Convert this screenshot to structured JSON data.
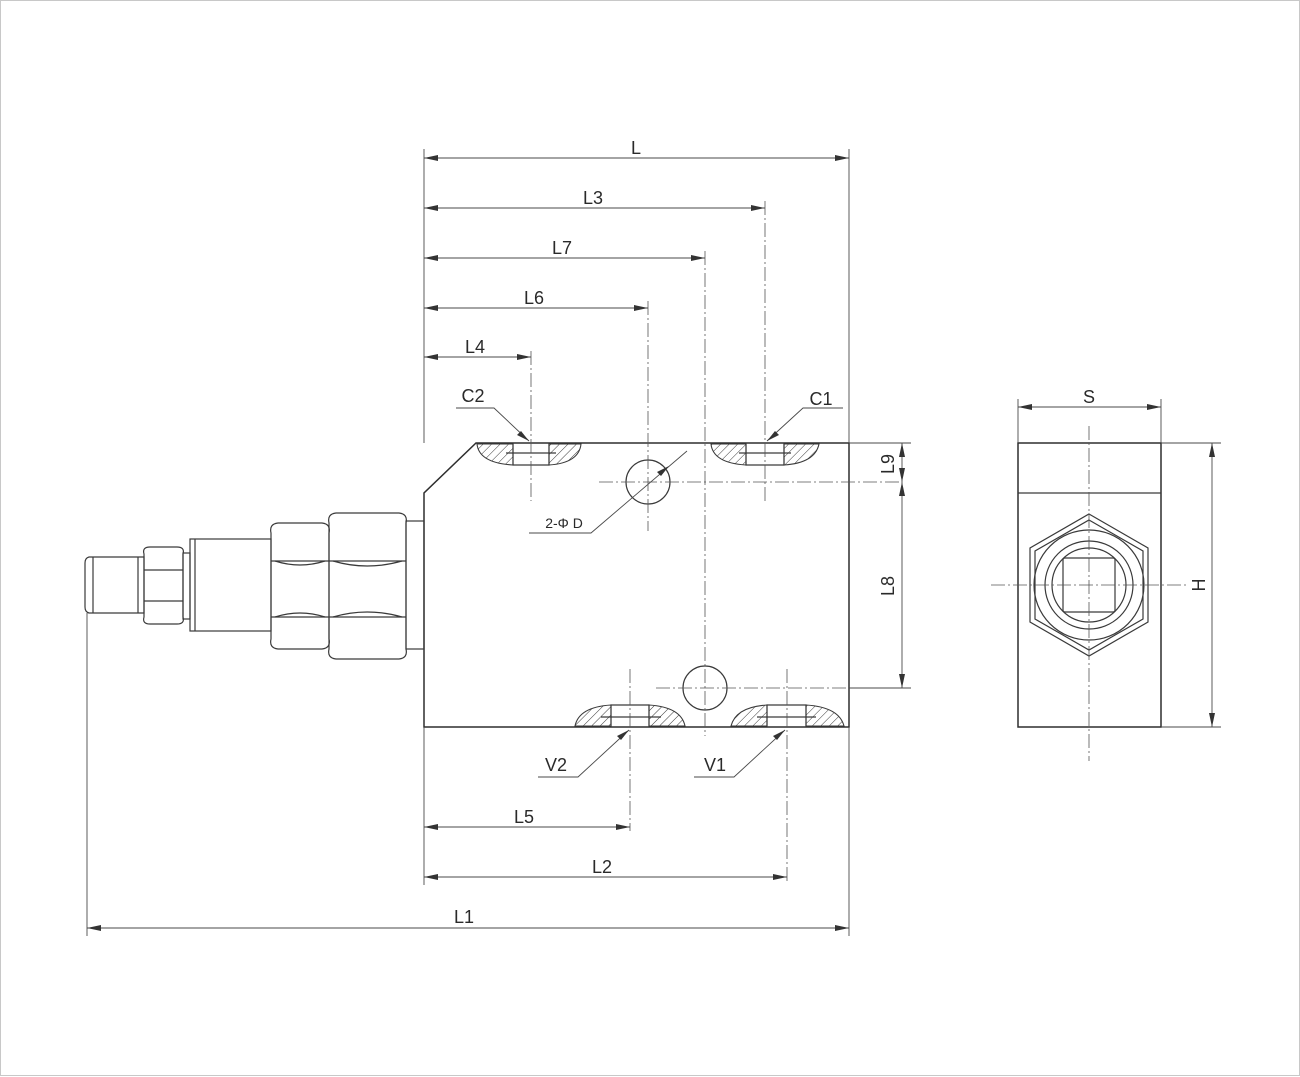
{
  "labels": {
    "L": "L",
    "L1": "L1",
    "L2": "L2",
    "L3": "L3",
    "L4": "L4",
    "L5": "L5",
    "L6": "L6",
    "L7": "L7",
    "L8": "L8",
    "L9": "L9",
    "C1": "C1",
    "C2": "C2",
    "V1": "V1",
    "V2": "V2",
    "D": "2-Φ D",
    "S": "S",
    "H": "H"
  },
  "colors": {
    "line": "#3a3a3a",
    "border": "#c8c8c8",
    "background": "#ffffff"
  }
}
